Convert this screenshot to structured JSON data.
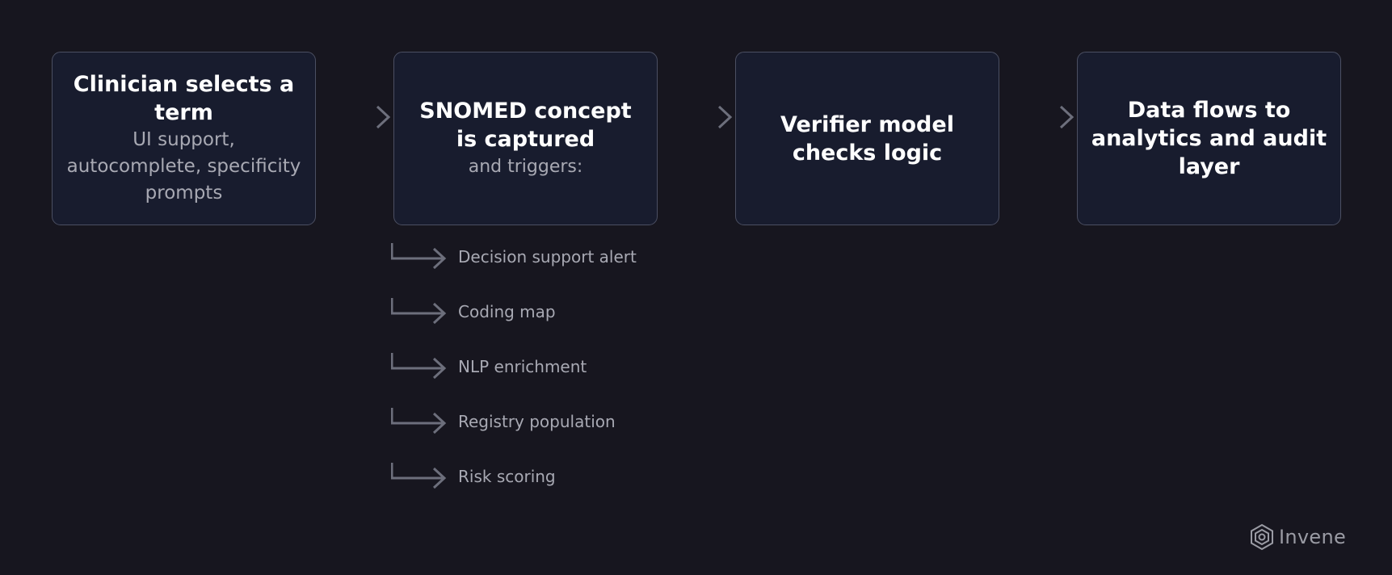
{
  "steps": [
    {
      "title": "Clinician selects a term",
      "subtitle": "UI support, autocomplete, specificity prompts"
    },
    {
      "title": "SNOMED concept is captured",
      "subtitle": "and triggers:"
    },
    {
      "title": "Verifier model checks logic",
      "subtitle": ""
    },
    {
      "title": "Data flows to analytics and audit layer",
      "subtitle": ""
    }
  ],
  "branches": [
    "Decision support alert",
    "Coding map",
    "NLP enrichment",
    "Registry population",
    "Risk scoring"
  ],
  "logo": {
    "text": "Invene",
    "icon": "hexagon-logo-icon"
  },
  "colors": {
    "background": "#17161f",
    "box_fill": "#181c2e",
    "box_border": "#4b4f62",
    "arrow": "#6d6f7c",
    "muted_text": "#a8a9b3"
  }
}
